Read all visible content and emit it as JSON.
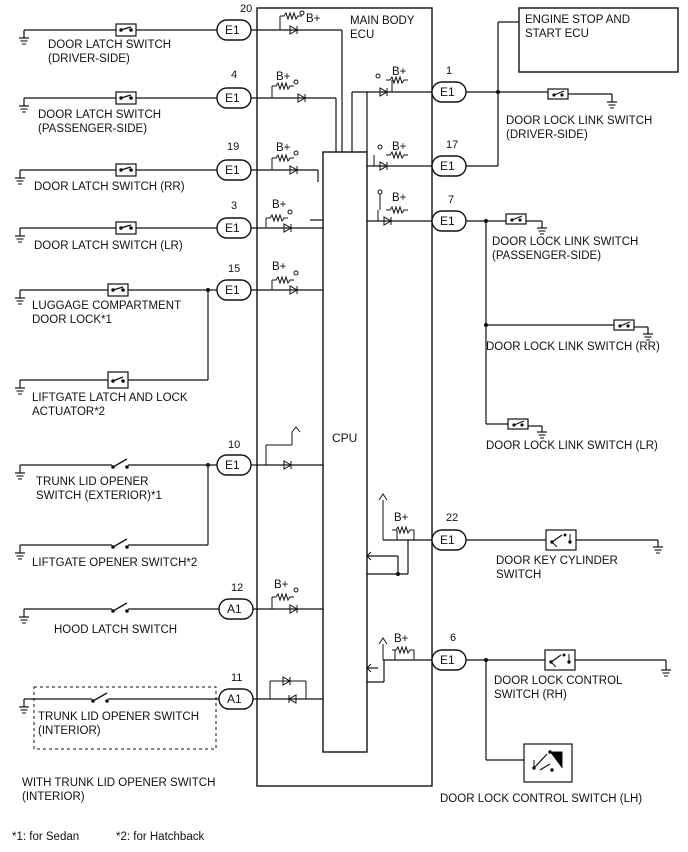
{
  "ecu": {
    "title_line1": "MAIN BODY",
    "title_line2": "ECU",
    "cpu_label": "CPU"
  },
  "engine_ecu": {
    "line1": "ENGINE STOP AND",
    "line2": "START ECU"
  },
  "b_plus": "B+",
  "left": [
    {
      "id": "door-latch-driver",
      "pin": "20",
      "conn": "E1",
      "label": [
        "DOOR LATCH SWITCH",
        "(DRIVER-SIDE)"
      ]
    },
    {
      "id": "door-latch-passenger",
      "pin": "4",
      "conn": "E1",
      "label": [
        "DOOR LATCH SWITCH",
        "(PASSENGER-SIDE)"
      ]
    },
    {
      "id": "door-latch-rr",
      "pin": "19",
      "conn": "E1",
      "label": [
        "DOOR LATCH SWITCH (RR)"
      ]
    },
    {
      "id": "door-latch-lr",
      "pin": "3",
      "conn": "E1",
      "label": [
        "DOOR LATCH SWITCH (LR)"
      ]
    },
    {
      "id": "luggage-door-lock",
      "pin": "15",
      "conn": "E1",
      "label": [
        "LUGGAGE COMPARTMENT",
        "DOOR LOCK*1"
      ]
    },
    {
      "id": "liftgate-latch",
      "label": [
        "LIFTGATE LATCH AND LOCK",
        "ACTUATOR*2"
      ]
    },
    {
      "id": "trunk-opener-ext",
      "pin": "10",
      "conn": "E1",
      "label": [
        "TRUNK LID OPENER",
        "SWITCH (EXTERIOR)*1"
      ]
    },
    {
      "id": "liftgate-opener",
      "label": [
        "LIFTGATE OPENER SWITCH*2"
      ]
    },
    {
      "id": "hood-latch",
      "pin": "12",
      "conn": "A1",
      "label": [
        "HOOD LATCH SWITCH"
      ]
    },
    {
      "id": "trunk-opener-int",
      "pin": "11",
      "conn": "A1",
      "label": [
        "TRUNK LID OPENER SWITCH",
        "(INTERIOR)"
      ]
    }
  ],
  "with_trunk_note": [
    "WITH TRUNK LID OPENER SWITCH",
    "(INTERIOR)"
  ],
  "right": [
    {
      "id": "lock-link-driver",
      "pin": "1",
      "conn": "E1",
      "label": [
        "DOOR LOCK LINK SWITCH",
        "(DRIVER-SIDE)"
      ]
    },
    {
      "id": "engine-link",
      "pin": "17",
      "conn": "E1"
    },
    {
      "id": "lock-link-passenger",
      "pin": "7",
      "conn": "E1",
      "label": [
        "DOOR LOCK LINK SWITCH",
        "(PASSENGER-SIDE)"
      ]
    },
    {
      "id": "lock-link-rr",
      "label": [
        "DOOR LOCK LINK SWITCH (RR)"
      ]
    },
    {
      "id": "lock-link-lr",
      "label": [
        "DOOR LOCK LINK SWITCH (LR)"
      ]
    },
    {
      "id": "key-cylinder",
      "pin": "22",
      "conn": "E1",
      "label": [
        "DOOR KEY CYLINDER",
        "SWITCH"
      ]
    },
    {
      "id": "lock-control-rh",
      "pin": "6",
      "conn": "E1",
      "label": [
        "DOOR LOCK CONTROL",
        "SWITCH (RH)"
      ]
    },
    {
      "id": "lock-control-lh",
      "label": [
        "DOOR LOCK CONTROL SWITCH (LH)"
      ]
    }
  ],
  "footnotes": [
    "*1: for Sedan",
    "*2: for Hatchback"
  ]
}
